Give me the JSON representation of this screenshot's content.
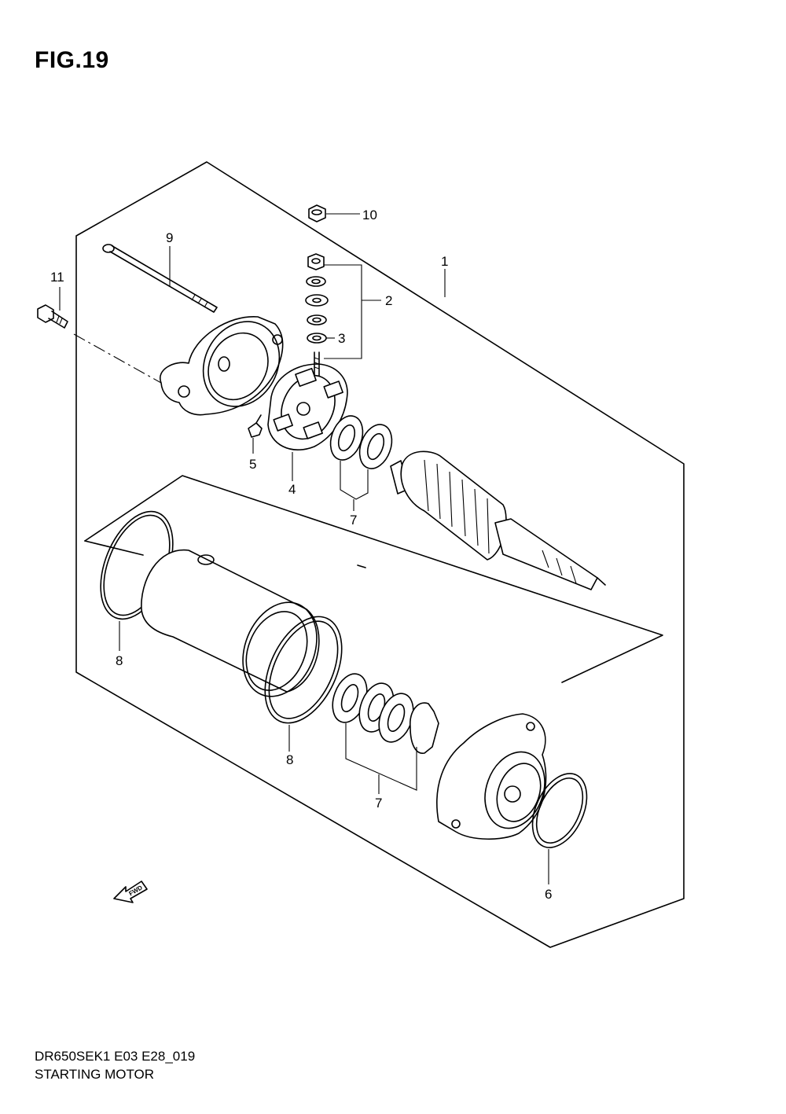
{
  "figure": {
    "title": "FIG.19",
    "code": "DR650SEK1 E03 E28_019",
    "name": "STARTING MOTOR"
  },
  "callouts": {
    "c1": "1",
    "c2": "2",
    "c3": "3",
    "c4": "4",
    "c5": "5",
    "c6": "6",
    "c7a": "7",
    "c7b": "7",
    "c8a": "8",
    "c8b": "8",
    "c9": "9",
    "c10": "10",
    "c11": "11"
  },
  "fwd_label": "FWD",
  "line_color": "#000000"
}
